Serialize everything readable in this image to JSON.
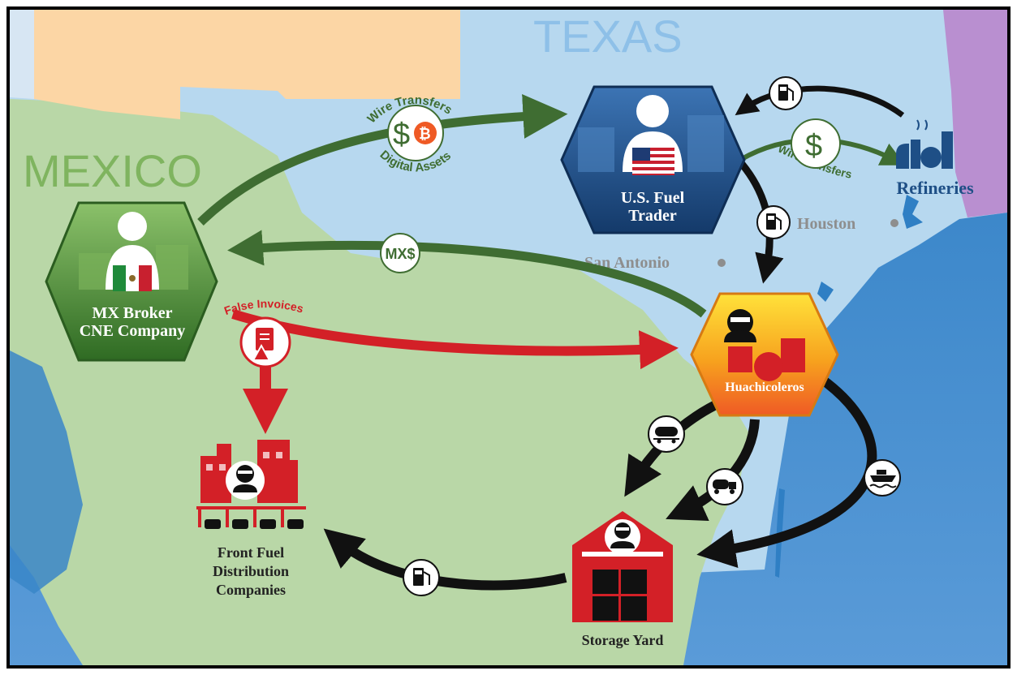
{
  "regions": {
    "mexico": "MEXICO",
    "texas": "TEXAS"
  },
  "cities": {
    "houston": "Houston",
    "san_antonio": "San Antonio"
  },
  "nodes": {
    "us_trader": {
      "line1": "U.S. Fuel",
      "line2": "Trader"
    },
    "mx_broker": {
      "line1": "MX Broker",
      "line2": "CNE Company"
    },
    "huachicoleros": {
      "label": "Huachicoleros"
    },
    "refineries": {
      "label": "Refineries"
    },
    "front_fuel": {
      "line1": "Front Fuel",
      "line2": "Distribution",
      "line3": "Companies"
    },
    "storage_yard": {
      "label": "Storage Yard"
    }
  },
  "flows": {
    "wire_transfers_top": "Wire Transfers",
    "digital_assets": "Digital Assets",
    "wire_transfers_right": "Wire Transfers",
    "mx_pesos": "MX$",
    "false_invoices": "False Invoices"
  },
  "icons": {
    "money": "dollar-sign-icon",
    "crypto": "bitcoin-icon",
    "fuel": "fuel-pump-icon",
    "tanker_truck": "tanker-truck-icon",
    "rail": "rail-tank-car-icon",
    "ship": "ship-icon",
    "invoice": "invoice-warning-icon"
  },
  "colors": {
    "money_flow": "#3f6d32",
    "invoice_flow": "#d32027",
    "fuel_flow": "#111111",
    "us_hex": "#1e4f86",
    "mx_hex": "#4f8a36",
    "criminal_hex": "#f19a1a",
    "front_companies": "#d32027",
    "mexico_land": "#b7d6a5",
    "texas_land": "#b7d8ef",
    "water": "#2f7fc4"
  }
}
